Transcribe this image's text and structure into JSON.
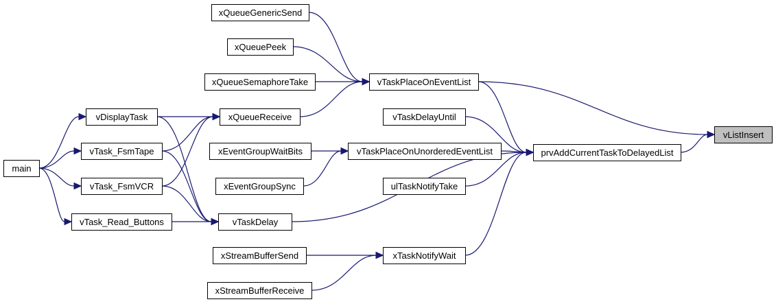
{
  "diagram": {
    "type": "caller-graph",
    "nodes": [
      {
        "id": "vListInsert",
        "label": "vListInsert",
        "highlight": true
      },
      {
        "id": "vTaskPlaceOnEventList",
        "label": "vTaskPlaceOnEventList"
      },
      {
        "id": "prvAddCurrentTaskToDelayedList",
        "label": "prvAddCurrentTaskToDelayedList"
      },
      {
        "id": "xQueueGenericSend",
        "label": "xQueueGenericSend"
      },
      {
        "id": "xQueuePeek",
        "label": "xQueuePeek"
      },
      {
        "id": "xQueueSemaphoreTake",
        "label": "xQueueSemaphoreTake"
      },
      {
        "id": "xQueueReceive",
        "label": "xQueueReceive"
      },
      {
        "id": "vDisplayTask",
        "label": "vDisplayTask"
      },
      {
        "id": "vTask_FsmTape",
        "label": "vTask_FsmTape"
      },
      {
        "id": "vTask_FsmVCR",
        "label": "vTask_FsmVCR"
      },
      {
        "id": "main",
        "label": "main"
      },
      {
        "id": "vTask_Read_Buttons",
        "label": "vTask_Read_Buttons"
      },
      {
        "id": "vTaskDelay",
        "label": "vTaskDelay"
      },
      {
        "id": "vTaskDelayUntil",
        "label": "vTaskDelayUntil"
      },
      {
        "id": "vTaskPlaceOnUnorderedEventList",
        "label": "vTaskPlaceOnUnorderedEventList"
      },
      {
        "id": "xEventGroupWaitBits",
        "label": "xEventGroupWaitBits"
      },
      {
        "id": "xEventGroupSync",
        "label": "xEventGroupSync"
      },
      {
        "id": "ulTaskNotifyTake",
        "label": "ulTaskNotifyTake"
      },
      {
        "id": "xTaskNotifyWait",
        "label": "xTaskNotifyWait"
      },
      {
        "id": "xStreamBufferSend",
        "label": "xStreamBufferSend"
      },
      {
        "id": "xStreamBufferReceive",
        "label": "xStreamBufferReceive"
      }
    ],
    "edges": [
      {
        "from": "vTaskPlaceOnEventList",
        "to": "vListInsert"
      },
      {
        "from": "prvAddCurrentTaskToDelayedList",
        "to": "vListInsert"
      },
      {
        "from": "xQueueGenericSend",
        "to": "vTaskPlaceOnEventList"
      },
      {
        "from": "xQueuePeek",
        "to": "vTaskPlaceOnEventList"
      },
      {
        "from": "xQueueSemaphoreTake",
        "to": "vTaskPlaceOnEventList"
      },
      {
        "from": "xQueueReceive",
        "to": "vTaskPlaceOnEventList"
      },
      {
        "from": "vTaskPlaceOnEventList",
        "to": "prvAddCurrentTaskToDelayedList"
      },
      {
        "from": "vTaskDelayUntil",
        "to": "prvAddCurrentTaskToDelayedList"
      },
      {
        "from": "vTaskPlaceOnUnorderedEventList",
        "to": "prvAddCurrentTaskToDelayedList"
      },
      {
        "from": "ulTaskNotifyTake",
        "to": "prvAddCurrentTaskToDelayedList"
      },
      {
        "from": "vTaskDelay",
        "to": "prvAddCurrentTaskToDelayedList"
      },
      {
        "from": "xTaskNotifyWait",
        "to": "prvAddCurrentTaskToDelayedList"
      },
      {
        "from": "xEventGroupWaitBits",
        "to": "vTaskPlaceOnUnorderedEventList"
      },
      {
        "from": "xEventGroupSync",
        "to": "vTaskPlaceOnUnorderedEventList"
      },
      {
        "from": "vDisplayTask",
        "to": "xQueueReceive"
      },
      {
        "from": "vTask_FsmTape",
        "to": "xQueueReceive"
      },
      {
        "from": "vTask_FsmVCR",
        "to": "xQueueReceive"
      },
      {
        "from": "main",
        "to": "vDisplayTask"
      },
      {
        "from": "main",
        "to": "vTask_FsmTape"
      },
      {
        "from": "main",
        "to": "vTask_FsmVCR"
      },
      {
        "from": "main",
        "to": "vTask_Read_Buttons"
      },
      {
        "from": "vDisplayTask",
        "to": "vTaskDelay"
      },
      {
        "from": "vTask_FsmTape",
        "to": "vTaskDelay"
      },
      {
        "from": "vTask_FsmVCR",
        "to": "vTaskDelay"
      },
      {
        "from": "vTask_Read_Buttons",
        "to": "vTaskDelay"
      },
      {
        "from": "xStreamBufferSend",
        "to": "xTaskNotifyWait"
      },
      {
        "from": "xStreamBufferReceive",
        "to": "xTaskNotifyWait"
      }
    ]
  }
}
